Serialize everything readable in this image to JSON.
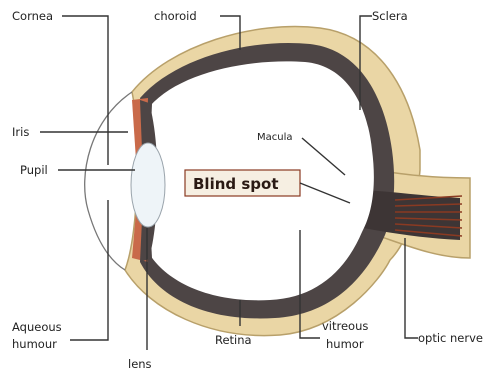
{
  "labels": {
    "cornea": "Cornea",
    "choroid": "choroid",
    "sclera": "Sclera",
    "iris": "Iris",
    "pupil": "Pupil",
    "macula": "Macula",
    "blind_spot": "Blind spot",
    "aqueous_line1": "Aqueous",
    "aqueous_line2": "humour",
    "lens": "lens",
    "retina": "Retina",
    "vitreous_line1": "vitreous",
    "vitreous_line2": "humor",
    "optic_nerve": "optic nerve"
  },
  "colors": {
    "sclera": "#ead6a5",
    "sclera_edge": "#b8a06a",
    "choroid": "#4d4545",
    "retina_interior": "#ffffff",
    "lens": "#eef4f8",
    "iris": "#c96a4a",
    "nerve_fibers": "#8a3a22",
    "blind_spot_box": "#f6efe2"
  }
}
